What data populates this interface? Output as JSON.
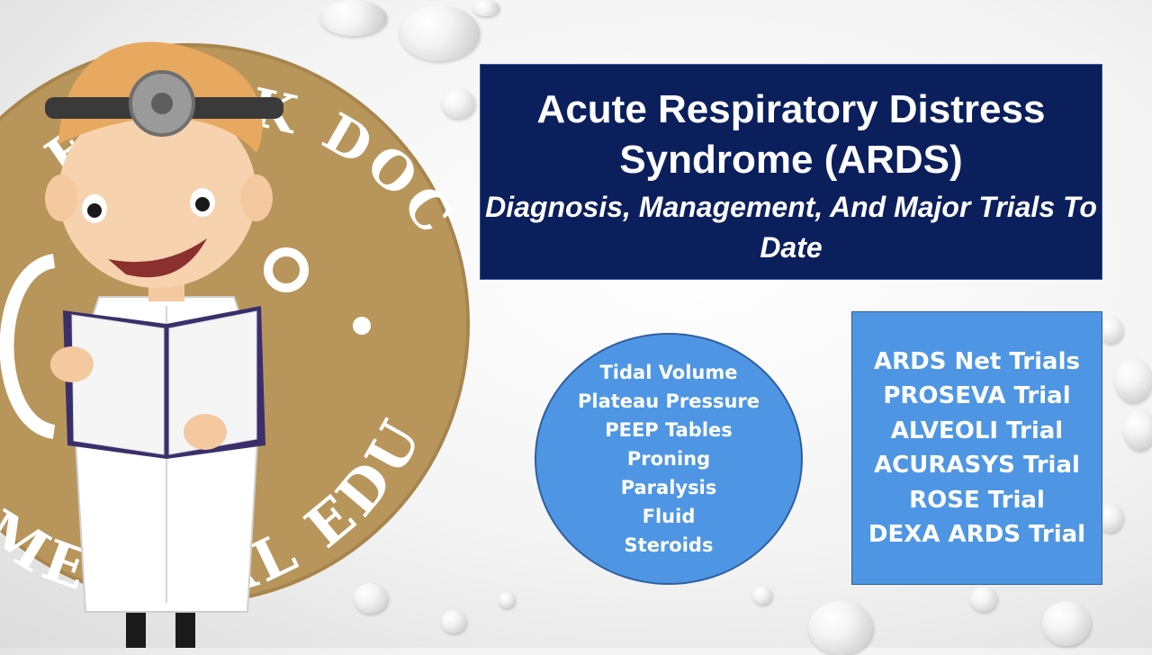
{
  "title": {
    "main": "Acute Respiratory Distress Syndrome (ARDS)",
    "subtitle": "Diagnosis, Management, And Major Trials To Date"
  },
  "topics": [
    "Tidal Volume",
    "Plateau Pressure",
    "PEEP Tables",
    "Proning",
    "Paralysis",
    "Fluid",
    "Steroids"
  ],
  "trials": [
    "ARDS Net Trials",
    "PROSEVA Trial",
    "ALVEOLI Trial",
    "ACURASYS Trial",
    "ROSE Trial",
    "DEXA ARDS Trial"
  ],
  "logo": {
    "text_top": "EBOOK DOCTOR",
    "text_bottom": "MEDICAL EDUCATION"
  },
  "colors": {
    "title_bg": "#0b1f5c",
    "panel_bg": "#4e96e3",
    "logo_gold": "#b8955a",
    "text": "#ffffff"
  }
}
